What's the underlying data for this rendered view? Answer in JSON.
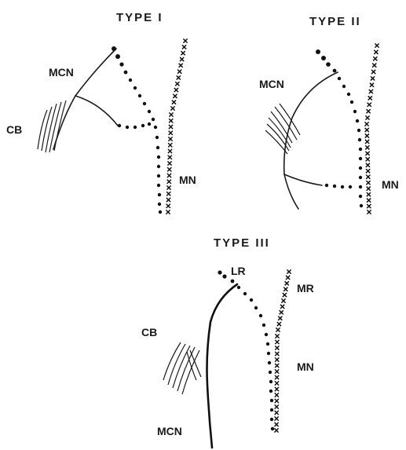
{
  "panels": {
    "type1": {
      "title": "TYPE I",
      "labels": {
        "mcn": "MCN",
        "cb": "CB",
        "mn": "MN"
      }
    },
    "type2": {
      "title": "TYPE II",
      "labels": {
        "mcn": "MCN",
        "mn": "MN"
      }
    },
    "type3": {
      "title": "TYPE III",
      "labels": {
        "lr": "LR",
        "mr": "MR",
        "cb": "CB",
        "mn": "MN",
        "mcn": "MCN"
      }
    }
  }
}
